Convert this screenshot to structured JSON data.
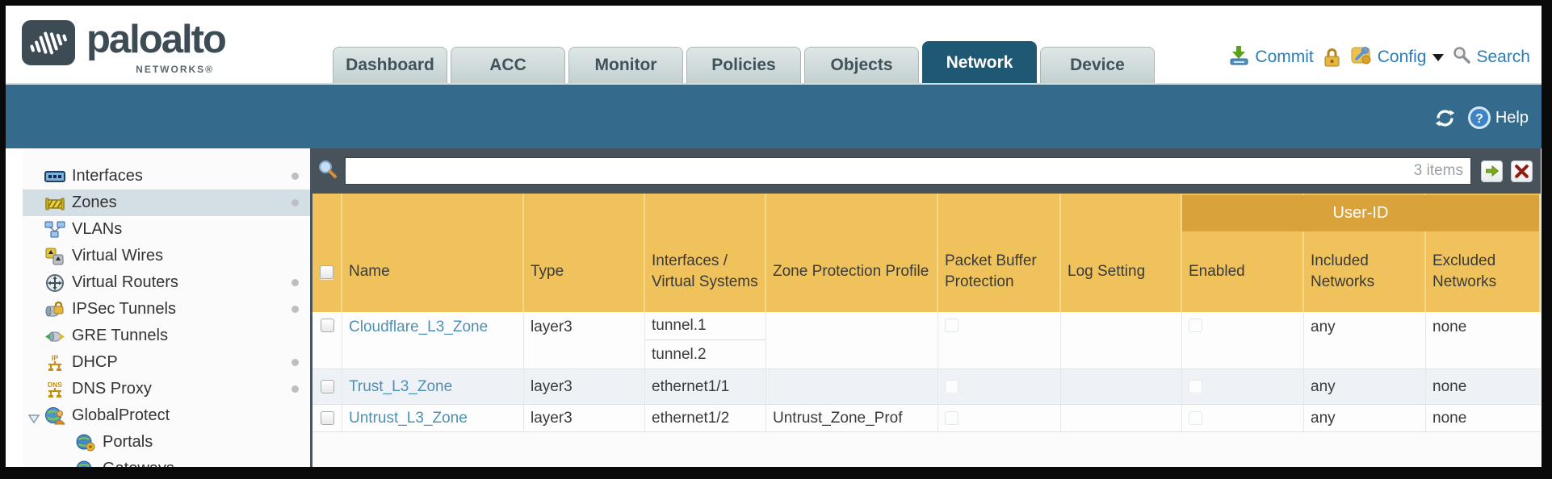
{
  "brand": {
    "logo_main": "paloalto",
    "logo_sub": "NETWORKS®"
  },
  "nav": {
    "tabs": [
      {
        "label": "Dashboard",
        "active": false
      },
      {
        "label": "ACC",
        "active": false
      },
      {
        "label": "Monitor",
        "active": false
      },
      {
        "label": "Policies",
        "active": false
      },
      {
        "label": "Objects",
        "active": false
      },
      {
        "label": "Network",
        "active": true
      },
      {
        "label": "Device",
        "active": false
      }
    ],
    "actions": {
      "commit": "Commit",
      "config": "Config",
      "search": "Search"
    }
  },
  "band": {
    "help": "Help"
  },
  "sidebar": {
    "items": [
      {
        "label": "Interfaces"
      },
      {
        "label": "Zones"
      },
      {
        "label": "VLANs"
      },
      {
        "label": "Virtual Wires"
      },
      {
        "label": "Virtual Routers"
      },
      {
        "label": "IPSec Tunnels"
      },
      {
        "label": "GRE Tunnels"
      },
      {
        "label": "DHCP"
      },
      {
        "label": "DNS Proxy"
      },
      {
        "label": "GlobalProtect"
      },
      {
        "label": "Portals"
      },
      {
        "label": "Gateways"
      }
    ],
    "selected": "Zones"
  },
  "filter": {
    "value": "",
    "items_count": "3 items"
  },
  "table": {
    "user_id_group": "User-ID",
    "columns": [
      "",
      "Name",
      "Type",
      "Interfaces / Virtual Systems",
      "Zone Protection Profile",
      "Packet Buffer Protection",
      "Log Setting",
      "Enabled",
      "Included Networks",
      "Excluded Networks"
    ],
    "rows": [
      {
        "name": "Cloudflare_L3_Zone",
        "type": "layer3",
        "iface1": "tunnel.1",
        "iface2": "tunnel.2",
        "zone_protection_profile": "",
        "log_setting": "",
        "included_networks": "any",
        "excluded_networks": "none"
      },
      {
        "name": "Trust_L3_Zone",
        "type": "layer3",
        "iface1": "ethernet1/1",
        "zone_protection_profile": "",
        "log_setting": "",
        "included_networks": "any",
        "excluded_networks": "none"
      },
      {
        "name": "Untrust_L3_Zone",
        "type": "layer3",
        "iface1": "ethernet1/2",
        "zone_protection_profile": "Untrust_Zone_Prof",
        "log_setting": "",
        "included_networks": "any",
        "excluded_networks": "none"
      }
    ]
  },
  "colors": {
    "teal_band": "#346a8c",
    "active_tab": "#1f5873",
    "header_orange": "#efc25c",
    "user_id_band": "#d9a23a",
    "slate_filter": "#47525b",
    "link_blue": "#4d90b4",
    "action_blue": "#2d7cb5",
    "sidebar_selected": "#d4dfe5"
  }
}
